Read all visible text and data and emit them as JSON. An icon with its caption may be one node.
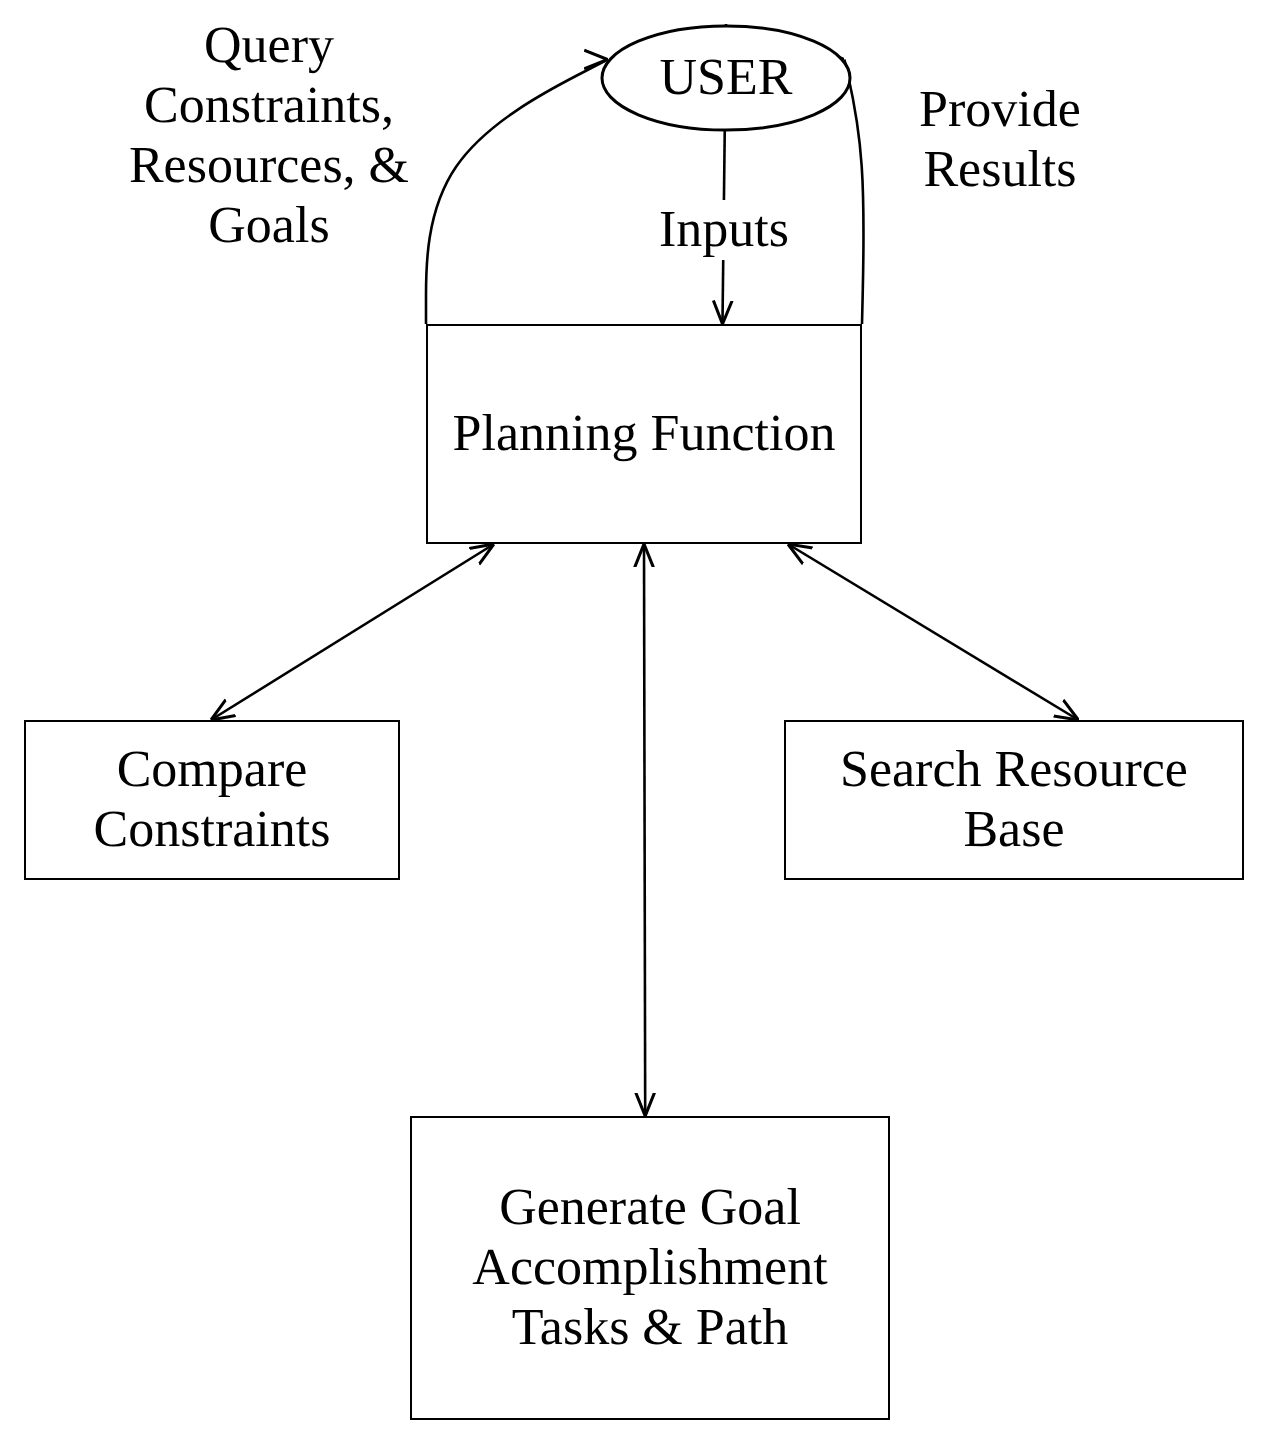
{
  "diagram": {
    "nodes": [
      {
        "text": [
          "USER"
        ]
      },
      {
        "text": [
          "Planning Function"
        ]
      },
      {
        "text": [
          "Compare Constraints"
        ]
      },
      {
        "text": [
          "Search Resource Base"
        ]
      },
      {
        "text": [
          "Generate Goal Accomplishment Tasks & Path"
        ]
      }
    ],
    "edges": [
      {
        "from": 1,
        "to": 0,
        "arrow": "to",
        "label": "Query Constraints, Resources, & Goals"
      },
      {
        "from": 1,
        "to": 0,
        "arrow": "to",
        "label": "Provide Results"
      },
      {
        "from": 0,
        "to": 1,
        "arrow": "to",
        "label": "Inputs"
      },
      {
        "from": 1,
        "to": 2,
        "arrow": "both"
      },
      {
        "from": 1,
        "to": 3,
        "arrow": "both"
      },
      {
        "from": 1,
        "to": 4,
        "arrow": "both"
      }
    ]
  }
}
